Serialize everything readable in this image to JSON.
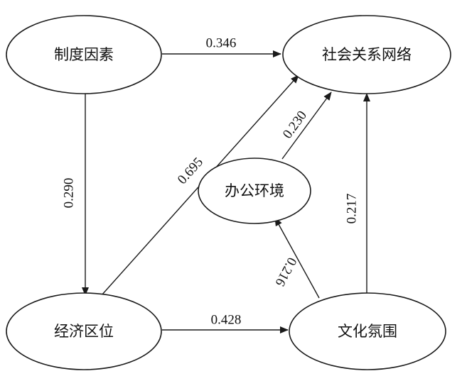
{
  "nodes": {
    "zhidu": "制度因素",
    "shehui": "社会关系网络",
    "bangong": "办公环境",
    "jingji": "经济区位",
    "wenhua": "文化氛围"
  },
  "edges": {
    "zhidu_to_shehui": "0.346",
    "zhidu_to_jingji": "0.290",
    "jingji_to_shehui": "0.695",
    "bangong_to_shehui": "0.230",
    "wenhua_to_shehui": "0.217",
    "wenhua_to_bangong": "0.216",
    "jingji_to_wenhua": "0.428"
  }
}
